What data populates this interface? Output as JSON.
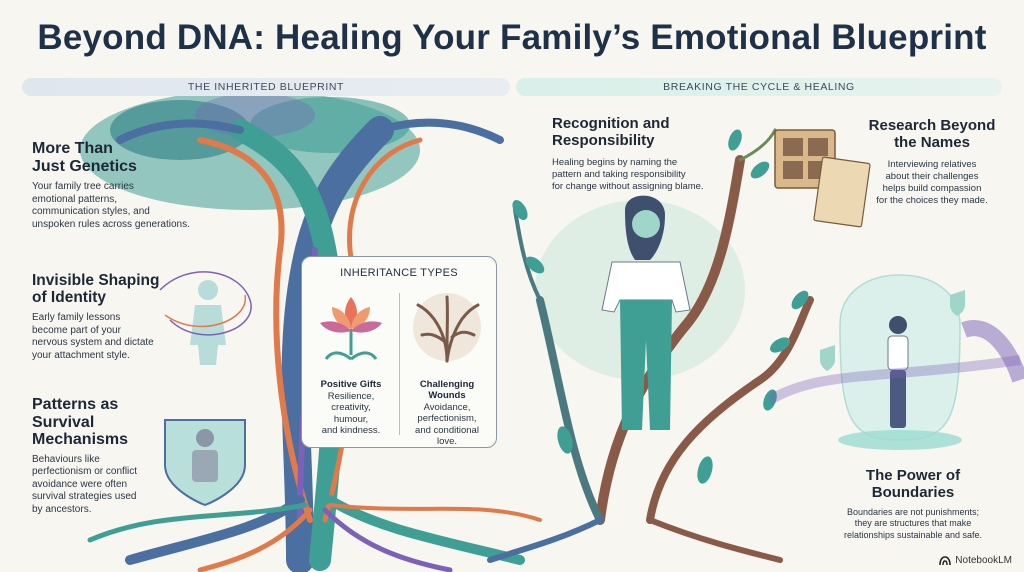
{
  "title": "Beyond DNA: Healing Your Family’s Emotional Blueprint",
  "bands": {
    "left": "THE INHERITED BLUEPRINT",
    "right": "BREAKING THE CYCLE & HEALING"
  },
  "left_sections": [
    {
      "heading_lines": [
        "More Than",
        "Just Genetics"
      ],
      "body_lines": [
        "Your family tree carries",
        "emotional patterns,",
        "communication styles, and",
        "unspoken rules across generations."
      ]
    },
    {
      "heading_lines": [
        "Invisible Shaping",
        "of Identity"
      ],
      "body_lines": [
        "Early family lessons",
        "become part of your",
        "nervous system and dictate",
        "your attachment style."
      ]
    },
    {
      "heading_lines": [
        "Patterns as",
        "Survival",
        "Mechanisms"
      ],
      "body_lines": [
        "Behaviours like",
        "perfectionism or conflict",
        "avoidance were often",
        "survival strategies used",
        "by ancestors."
      ]
    }
  ],
  "inheritance": {
    "title": "INHERITANCE TYPES",
    "gifts": {
      "name_lines": [
        "Positive Gifts"
      ],
      "desc_lines": [
        "Resilience,",
        "creativity,",
        "humour,",
        "and kindness."
      ]
    },
    "wounds": {
      "name_lines": [
        "Challenging",
        "Wounds"
      ],
      "desc_lines": [
        "Avoidance,",
        "perfectionism,",
        "and conditional",
        "love."
      ]
    }
  },
  "right_sections": {
    "recognition": {
      "heading_lines": [
        "Recognition and",
        "Responsibility"
      ],
      "body_lines": [
        "Healing begins by naming the",
        "pattern and taking responsibility",
        "for change without assigning blame."
      ]
    },
    "research": {
      "heading_lines": [
        "Research Beyond",
        "the Names"
      ],
      "body_lines": [
        "Interviewing relatives",
        "about their challenges",
        "helps build compassion",
        "for the choices they made."
      ]
    },
    "boundaries": {
      "heading_lines": [
        "The Power of",
        "Boundaries"
      ],
      "body_lines": [
        "Boundaries are not punishments;",
        "they are structures that make",
        "relationships sustainable and safe."
      ]
    }
  },
  "brand": "NotebookLM",
  "colors": {
    "title": "#1e3148",
    "teal": "#3f9f95",
    "orange": "#e07a4a",
    "purple": "#7b62b8",
    "trunk": "#4a6fa0"
  }
}
